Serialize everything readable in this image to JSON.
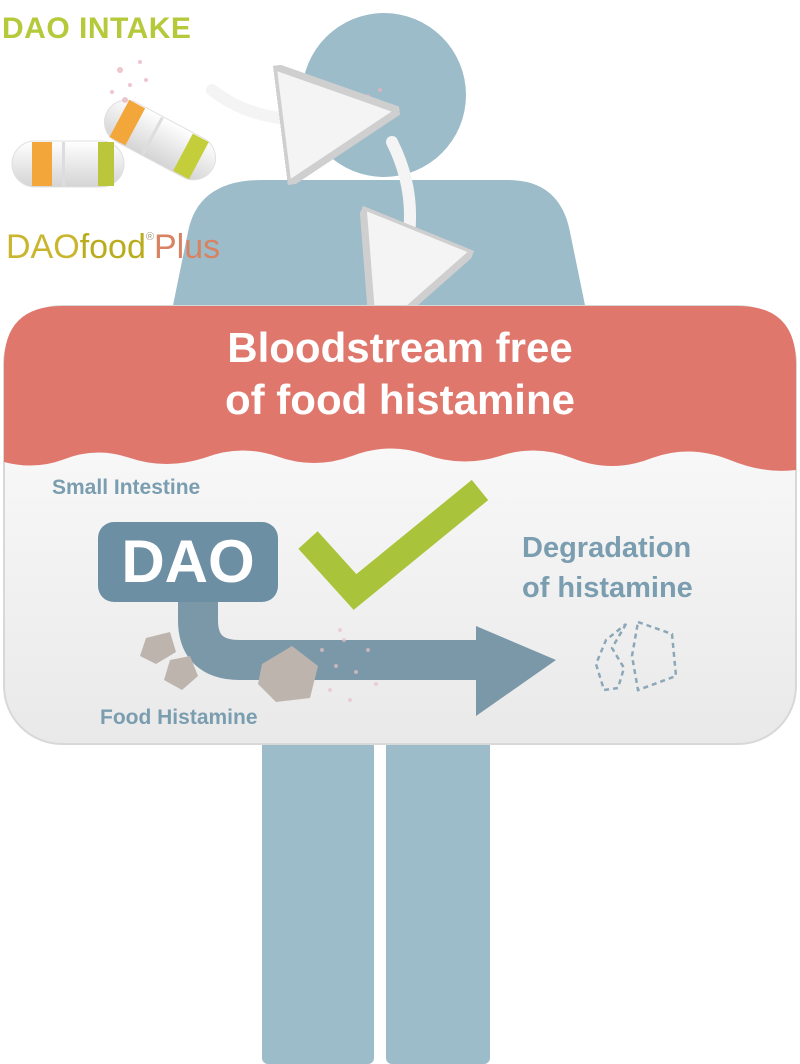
{
  "intake": {
    "title": "DAO INTAKE"
  },
  "brand": {
    "dao": "DAO",
    "food": "food",
    "registered": "®",
    "plus": "Plus"
  },
  "headline": {
    "line1": "Bloodstream free",
    "line2": "of food histamine"
  },
  "intestine": {
    "label": "Small Intestine",
    "enzyme": "DAO",
    "substrate": "Food Histamine",
    "result_line1": "Degradation",
    "result_line2": "of histamine"
  },
  "colors": {
    "body": "#9dbcc9",
    "bloodstream": "#e0776d",
    "accent_green": "#a9c43b",
    "text_blue": "#7a9db0",
    "dao_box": "#6d8fa3"
  }
}
